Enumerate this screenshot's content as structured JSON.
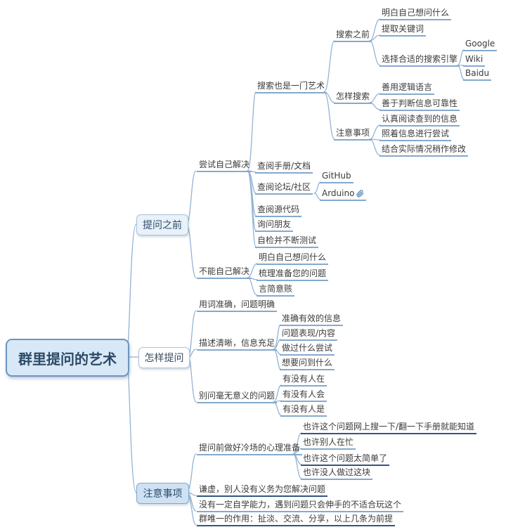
{
  "title": "群里提问的艺术 思维导图",
  "colors": {
    "line": "#94b4d4",
    "underline": "#84a9cc",
    "underline_dark": "#33567e",
    "root_fill": "#d8e8f6",
    "root_border": "#6a95c0",
    "box_fill": "#e9f1f9",
    "box_fill_dark": "#cfe2f3",
    "attachment_icon": "#4a7fb5"
  },
  "icons": {
    "arduino_attachment": "paperclip-icon"
  },
  "tree": {
    "label": "群里提问的艺术",
    "children": [
      {
        "label": "提问之前",
        "children": [
          {
            "label": "尝试自己解决",
            "children": [
              {
                "label": "搜索也是一门艺术",
                "children": [
                  {
                    "label": "搜索之前",
                    "children": [
                      {
                        "label": "明白自己想问什么"
                      },
                      {
                        "label": "提取关键词"
                      },
                      {
                        "label": "选择合适的搜索引擎",
                        "children": [
                          {
                            "label": "Google"
                          },
                          {
                            "label": "Wiki"
                          },
                          {
                            "label": "Baidu"
                          }
                        ]
                      }
                    ]
                  },
                  {
                    "label": "怎样搜索",
                    "children": [
                      {
                        "label": "善用逻辑语言"
                      },
                      {
                        "label": "善于判断信息可靠性"
                      }
                    ]
                  },
                  {
                    "label": "注意事项",
                    "children": [
                      {
                        "label": "认真阅读查到的信息"
                      },
                      {
                        "label": "照着信息进行尝试"
                      },
                      {
                        "label": "结合实际情况稍作修改"
                      }
                    ]
                  }
                ]
              },
              {
                "label": "查阅手册/文档"
              },
              {
                "label": "查阅论坛/社区",
                "children": [
                  {
                    "label": "GitHub"
                  },
                  {
                    "label": "Arduino",
                    "attachment": true
                  }
                ]
              },
              {
                "label": "查阅源代码"
              },
              {
                "label": "询问朋友"
              },
              {
                "label": "自检并不断测试"
              }
            ]
          },
          {
            "label": "不能自己解决",
            "children": [
              {
                "label": "明白自己想问什么"
              },
              {
                "label": "梳理准备您的问题"
              },
              {
                "label": "言简意赅"
              }
            ]
          }
        ]
      },
      {
        "label": "怎样提问",
        "children": [
          {
            "label": "用词准确，问题明确"
          },
          {
            "label": "描述清晰，信息充足",
            "children": [
              {
                "label": "准确有效的信息"
              },
              {
                "label": "问题表现/内容"
              },
              {
                "label": "做过什么尝试"
              },
              {
                "label": "想要问到什么"
              }
            ]
          },
          {
            "label": "别问毫无意义的问题",
            "children": [
              {
                "label": "有没有人在"
              },
              {
                "label": "有没有人会"
              },
              {
                "label": "有没有人是"
              }
            ]
          }
        ]
      },
      {
        "label": "注意事项",
        "children": [
          {
            "label": "提问前做好冷场的心理准备",
            "children": [
              {
                "label": "也许这个问题网上搜一下/翻一下手册就能知道"
              },
              {
                "label": "也许别人在忙"
              },
              {
                "label": "也许这个问题太简单了"
              },
              {
                "label": "也许没人做过这块"
              }
            ]
          },
          {
            "label": "谦虚，别人没有义务为您解决问题"
          },
          {
            "label": "没有一定自学能力，遇到问题只会伸手的不适合玩这个"
          },
          {
            "label": "群唯一的作用：扯淡、交流、分享，以上几条为前提"
          }
        ]
      }
    ]
  }
}
